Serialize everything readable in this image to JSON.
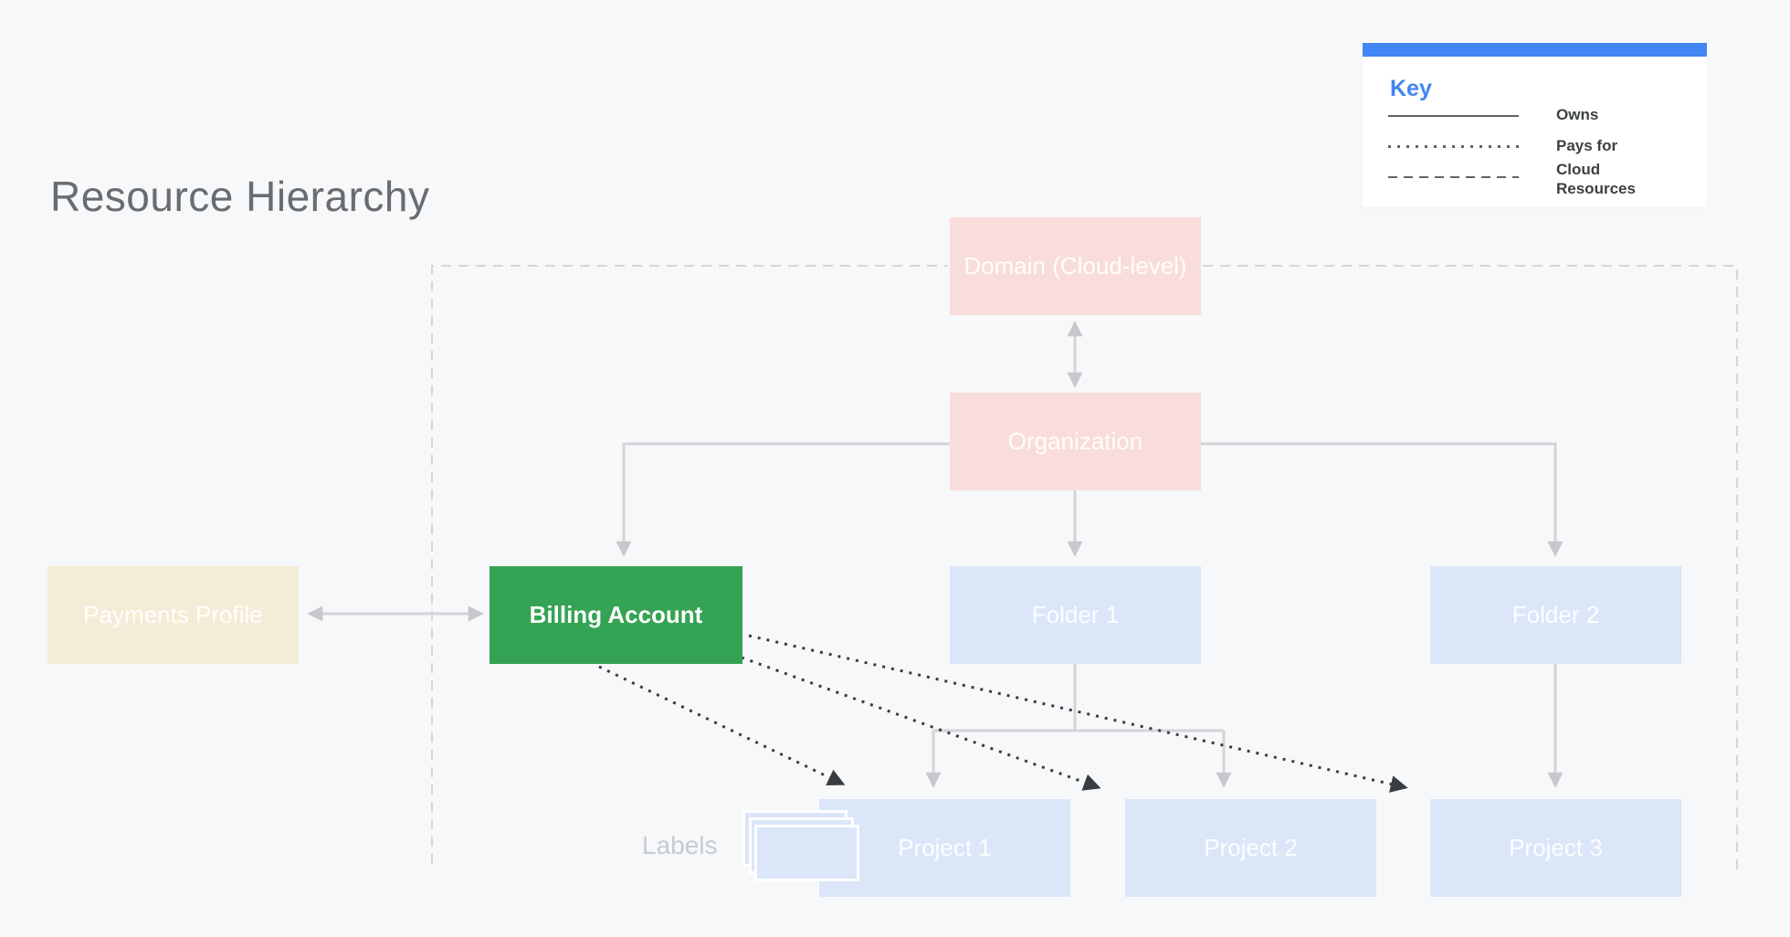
{
  "page": {
    "title": "Resource Hierarchy"
  },
  "key": {
    "heading": "Key",
    "entries": [
      {
        "style": "solid",
        "label": "Owns"
      },
      {
        "style": "dotted",
        "label": "Pays for"
      },
      {
        "style": "dashed",
        "label": "Cloud Resources"
      }
    ]
  },
  "nodes": {
    "domain": {
      "label": "Domain (Cloud-level)",
      "color": "#f9ddda"
    },
    "organization": {
      "label": "Organization",
      "color": "#f9ddda"
    },
    "payments_profile": {
      "label": "Payments Profile",
      "color": "#f5ecd7"
    },
    "billing_account": {
      "label": "Billing Account",
      "color": "#34a353"
    },
    "folder1": {
      "label": "Folder 1",
      "color": "#dbe6f9"
    },
    "folder2": {
      "label": "Folder 2",
      "color": "#dbe6f9"
    },
    "project1": {
      "label": "Project 1",
      "color": "#dbe6f9"
    },
    "project2": {
      "label": "Project 2",
      "color": "#dbe6f9"
    },
    "project3": {
      "label": "Project 3",
      "color": "#dbe6f9"
    }
  },
  "annotations": {
    "labels_caption": "Labels"
  },
  "colors": {
    "background": "#f6f8fa",
    "accent_blue": "#4285f4",
    "billing_green": "#34a353",
    "organization_pink": "#f9ddda",
    "payments_cream": "#f5ecd7",
    "resource_blue": "#dbe6f9",
    "owns_connector_gray": "#d2d4d7",
    "pays_for_dark": "#3a3d40",
    "cloud_boundary_dash_gray": "#d4d7da",
    "title_gray": "#6a6d70",
    "key_text_dark": "#3c4043"
  }
}
